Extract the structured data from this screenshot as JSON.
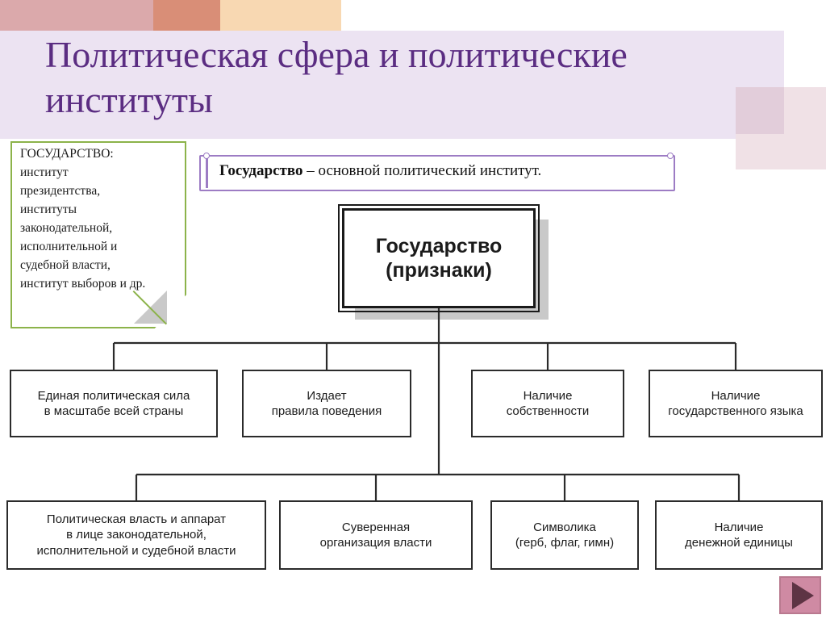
{
  "slide": {
    "title": "Политическая сфера и политические институты",
    "title_color": "#5b2d82",
    "background": "#ffffff"
  },
  "decorations": {
    "bar_pink": "#dba9ab",
    "bar_salmon": "#d98e77",
    "bar_peach": "#f8d8b2",
    "title_band": "#ece3f2",
    "right_block_light": "#f0e1e6",
    "right_block_dark": "#e2cdda"
  },
  "note": {
    "border_color": "#8cb34a",
    "text": "ГОСУДАРСТВО:\nинститут\nпрезидентства,\nинституты\nзаконодательной,\nисполнительной и\nсудебной власти,\nинститут выборов и др."
  },
  "callout": {
    "border_color": "#9d7cc4",
    "bold_part": "Государство",
    "rest_part": " – основной политический институт."
  },
  "chart_data": {
    "type": "diagram",
    "title": "Государство (признаки)",
    "root": "Государство\n(признаки)",
    "level_1": [
      "Единая политическая сила\nв масштабе всей страны",
      "Издает\nправила поведения",
      "Наличие\nсобственности",
      "Наличие\nгосударственного языка"
    ],
    "level_2": [
      "Политическая власть и аппарат\nв лице законодательной,\nисполнительной и судебной власти",
      "Суверенная\nорганизация власти",
      "Символика\n(герб, флаг, гимн)",
      "Наличие\nденежной единицы"
    ]
  },
  "controls": {
    "play_label": "play-forward",
    "play_fill": "#cf8aa3"
  }
}
